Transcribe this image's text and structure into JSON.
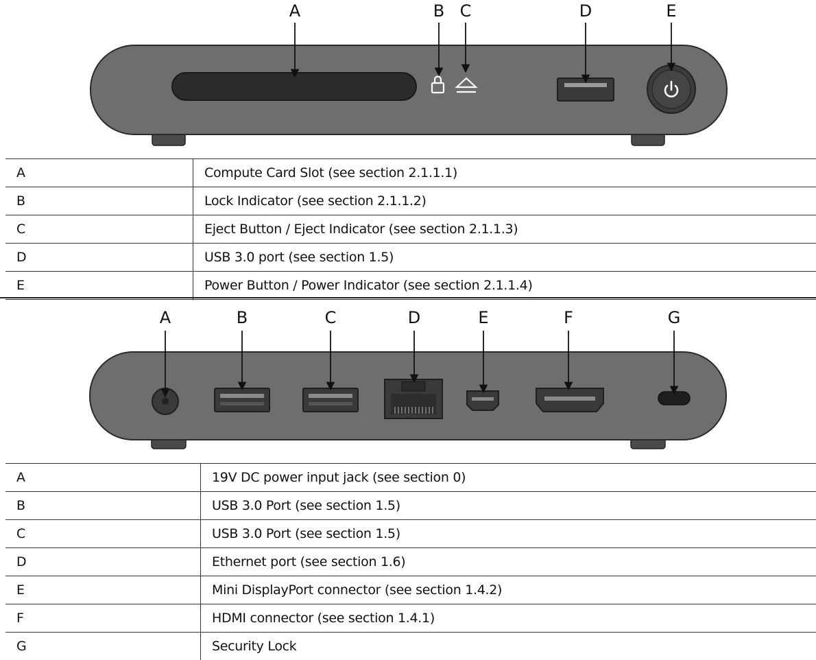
{
  "front_panel": {
    "callouts": [
      "A",
      "B",
      "C",
      "D",
      "E"
    ],
    "rows": [
      {
        "letter": "A",
        "description": "Compute Card Slot (see section 2.1.1.1)"
      },
      {
        "letter": "B",
        "description": "Lock Indicator (see section 2.1.1.2)"
      },
      {
        "letter": "C",
        "description": "Eject Button / Eject Indicator (see section 2.1.1.3)"
      },
      {
        "letter": "D",
        "description": "USB 3.0 port (see section 1.5)"
      },
      {
        "letter": "E",
        "description": "Power Button / Power Indicator (see section 2.1.1.4)"
      }
    ]
  },
  "rear_panel": {
    "callouts": [
      "A",
      "B",
      "C",
      "D",
      "E",
      "F",
      "G"
    ],
    "rows": [
      {
        "letter": "A",
        "description": "19V DC power input jack (see section 0)"
      },
      {
        "letter": "B",
        "description": "USB 3.0 Port (see section 1.5)"
      },
      {
        "letter": "C",
        "description": "USB 3.0 Port (see section 1.5)"
      },
      {
        "letter": "D",
        "description": "Ethernet port (see section 1.6)"
      },
      {
        "letter": "E",
        "description": "Mini DisplayPort connector (see section 1.4.2)"
      },
      {
        "letter": "F",
        "description": "HDMI connector (see section 1.4.1)"
      },
      {
        "letter": "G",
        "description": "Security Lock"
      }
    ]
  },
  "colors": {
    "chassis": "#6e6e6e",
    "chassis_edge": "#2a2a2a",
    "port": "#3a3a3a",
    "port_dark": "#1e1e1e",
    "indicator": "#ffffff"
  },
  "icons": [
    "lock-icon",
    "eject-icon",
    "power-icon"
  ]
}
